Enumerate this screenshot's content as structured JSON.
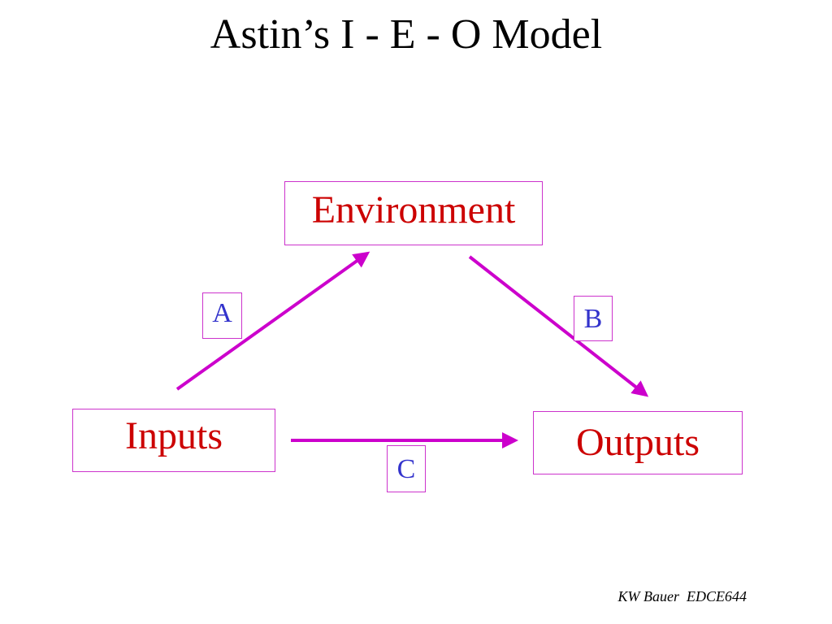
{
  "slide": {
    "title": "Astin’s I - E - O Model",
    "footer": "KW Bauer  EDCE644"
  },
  "diagram": {
    "nodes": {
      "environment": "Environment",
      "inputs": "Inputs",
      "outputs": "Outputs"
    },
    "edge_labels": {
      "a": "A",
      "b": "B",
      "c": "C"
    },
    "edges": [
      {
        "from": "inputs",
        "to": "environment",
        "label": "A"
      },
      {
        "from": "environment",
        "to": "outputs",
        "label": "B"
      },
      {
        "from": "inputs",
        "to": "outputs",
        "label": "C"
      }
    ]
  },
  "colors": {
    "node_text": "#cc0000",
    "label_text": "#3333cc",
    "box_border": "#cc33cc",
    "arrow": "#cc00cc",
    "title_text": "#000000"
  }
}
